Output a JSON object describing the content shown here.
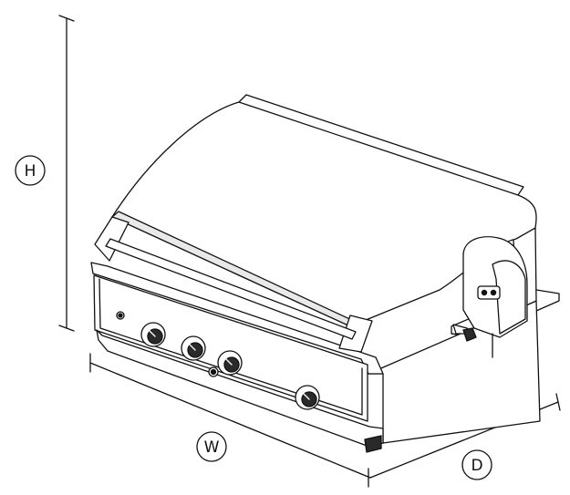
{
  "dimensions": {
    "height_label": "H",
    "width_label": "W",
    "depth_label": "D"
  },
  "palette": {
    "line": "#111111",
    "body": "#ffffff",
    "shade": "#e9e9e9",
    "dark": "#2a2a2a"
  },
  "icons": [
    "grill-icon",
    "control-knob-icon",
    "igniter-button-icon",
    "rotisserie-motor-icon"
  ]
}
